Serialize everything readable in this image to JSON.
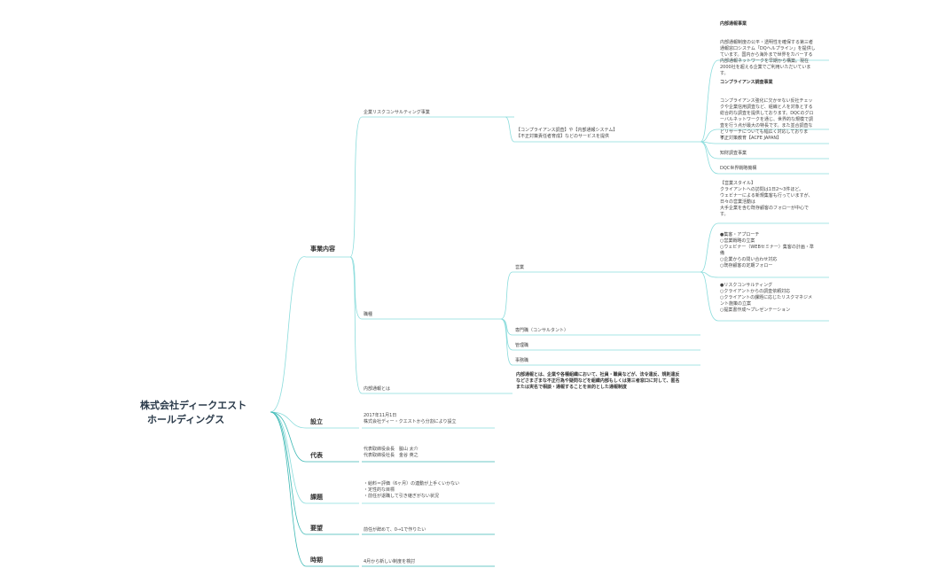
{
  "root": {
    "line1": "株式会社ディークエスト",
    "line2": "ホールディングス"
  },
  "l1": {
    "business": "事業内容",
    "founding": "設立",
    "rep": "代表",
    "issues": "課題",
    "request": "要望",
    "timing": "時期"
  },
  "business": {
    "consulting": "企業リスクコンサルティング事業",
    "consulting_desc": "【コンプライアンス調査】や【内部通報システム】\n【不正対策責任者育成】などのサービスを提供",
    "naibu_title": "内部通報事業",
    "naibu_body": "内部通報制度の公平・透明性を確保する第三者\n通報窓口システム「DQヘルプライン」を提供し\nています。国内から海外まで世界をカバーする\n内部通報ネットワークを早期から構築。現在\n2000社を超える企業でご利用いただいていま\nす。",
    "comp_title": "コンプライアンス調査事業",
    "comp_body": "コンプライアンス強化に欠かせない反社チェッ\nクや企業信用調査など、組織と人を対象とする\n総合的な調査を提供しております。DQCのグロ\nーバルネットワークを通じ、世界的な規模で調\n査を行う点が最大の特長です。また並合調査な\nどリサーチについても幅広く対応しておりま\nす。",
    "fusei": "不正対策教育【ACFE JAPAN】",
    "chizai": "知財調査事業",
    "dqc": "DQC世界戦略機構",
    "shokushu": "職種",
    "eigyo": "営業",
    "style": "【営業スタイル】\nクライアントへの訪問は1日2〜3件ほど。\nウェビナーによる新規集客も行っていますが、\n日々の営業活動は\n大手企業を含む既存顧客のフォローが中心で\nす。",
    "tasks1": "●集客・アプローチ\n○営業戦略の立案\n○ウェビナー（WEBセミナー）集客の計画・準\n備\n○企業からの問い合わせ対応\n○既存顧客の定期フォロー",
    "tasks2": "●リスクコンサルティング\n○クライアントからの調査依頼対応\n○クライアントの課題に応じたリスクマネジメ\nント施策の立案\n○提案書作成〜プレゼンテーション",
    "senmon": "専門職（コンサルタント）",
    "kanri": "管理職",
    "jimu": "事務職",
    "naibu_q": "内部通報とは",
    "naibu_a": "内部通報とは、企業や各種組織において、社員・職員などが、法令違反、規則違反\nなどさまざまな不正行為や疑問などを組織内部もしくは第三者窓口に対して、匿名\nまたは実名で相談・通報することを目的とした通報制度"
  },
  "founding": "2017年11月1日\n株式会社ディー・クエストから分割により設立",
  "rep": "代表取締役会長　脇山 太介\n代表取締役社長　金谷 英之",
  "issues": "・給料＝評価（6ヶ月）の連動が上手くいかない\n・定性的な目標\n・前任が退職して引き継ぎがない状況",
  "request": "前任が辞めて、0→1で作りたい",
  "timing": "4月から新しい制度を検討",
  "colors": {
    "line": "#8adcdc",
    "line_dark": "#3cb8b4"
  }
}
